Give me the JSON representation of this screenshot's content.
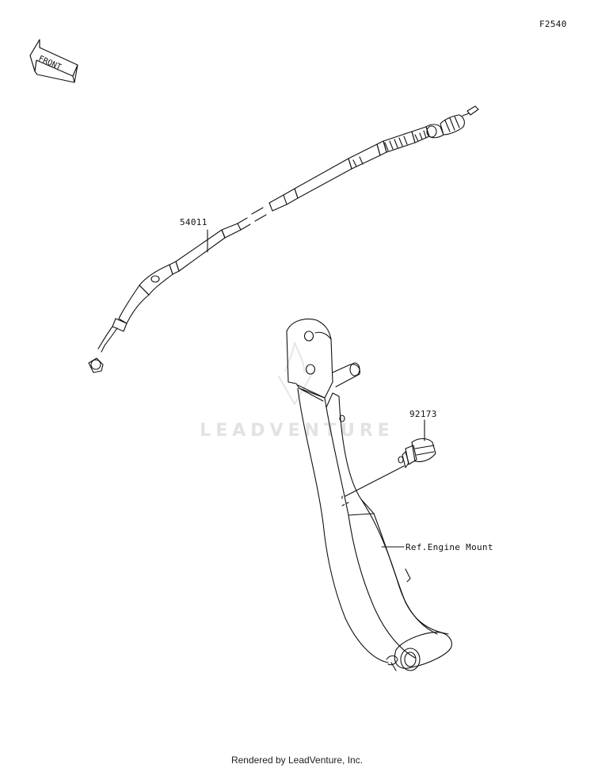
{
  "diagram": {
    "code": "F2540",
    "front_label": "FRONT",
    "watermark": "LEADVENTURE",
    "footer": "Rendered by LeadVenture, Inc."
  },
  "callouts": [
    {
      "id": "54011",
      "label": "54011"
    },
    {
      "id": "92173",
      "label": "92173"
    },
    {
      "id": "ref",
      "label": "Ref.Engine Mount"
    }
  ],
  "colors": {
    "line": "#111111",
    "watermark": "#e2e2e2"
  }
}
